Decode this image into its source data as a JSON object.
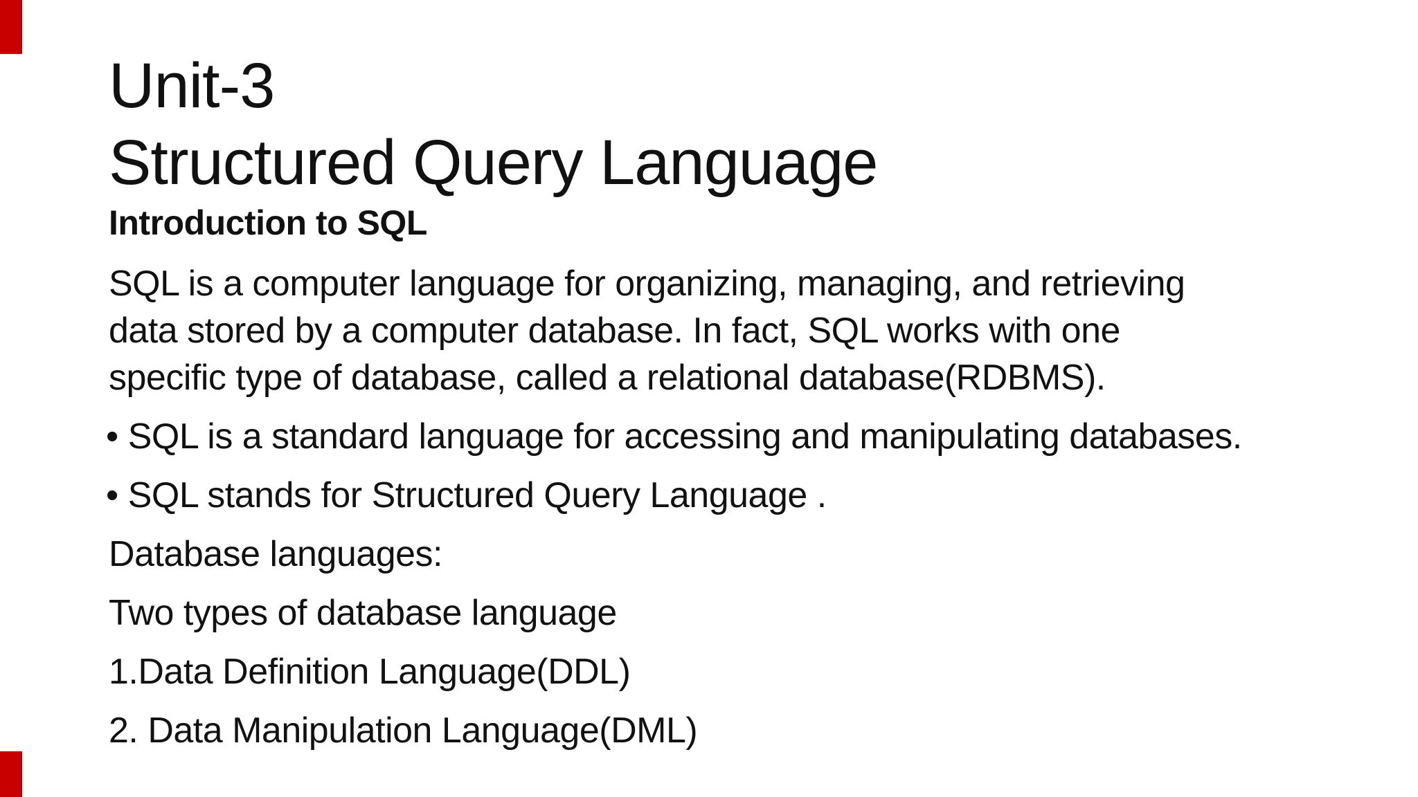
{
  "slide": {
    "title": {
      "line1": "Unit-3",
      "line2": "Structured Query Language"
    },
    "heading": "Introduction to SQL",
    "paragraph_lines": [
      "SQL is a computer language for organizing, managing, and retrieving",
      "data stored by a computer database. In fact, SQL works with one",
      "specific type of database, called a relational database(RDBMS)."
    ],
    "bullet_glyph": "•",
    "bullets": [
      "SQL is a standard language for accessing and manipulating databases.",
      "SQL stands for Structured Query Language ."
    ],
    "plain_lines": [
      "Database languages:",
      "Two types of database language",
      "1.Data Definition Language(DDL)",
      "2. Data Manipulation Language(DML)"
    ],
    "marker_color": "#c90000",
    "text_color": "#111111",
    "background_color": "#ffffff"
  }
}
